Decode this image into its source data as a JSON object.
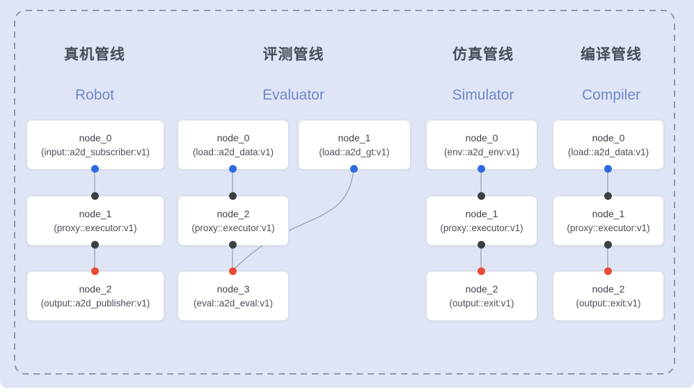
{
  "colors": {
    "canvas_bg": "#dfe5f4",
    "panel_border": "#9097a3",
    "node_bg": "#ffffff",
    "node_border": "#d7dbe4",
    "header_text": "#464c57",
    "subtitle_text": "#6f86cb",
    "node_name_text": "#3d424b",
    "node_type_text": "#4a4f58",
    "connector_line": "#99a0ab",
    "out_port": "#2e6ae0",
    "in_port": "#3c4043",
    "result_port": "#e94b35"
  },
  "ports": {
    "out_port_icon": "blue-dot",
    "in_port_icon": "dark-dot",
    "result_port_icon": "red-dot"
  },
  "pipelines": [
    {
      "title_zh": "真机管线",
      "title_en": "Robot",
      "nodes": [
        {
          "name": "node_0",
          "type": "(input::a2d_subscriber:v1)"
        },
        {
          "name": "node_1",
          "type": "(proxy::executor:v1)"
        },
        {
          "name": "node_2",
          "type": "(output::a2d_publisher:v1)"
        }
      ]
    },
    {
      "title_zh": "评测管线",
      "title_en": "Evaluator",
      "nodes": [
        {
          "name": "node_0",
          "type": "(load::a2d_data:v1)"
        },
        {
          "name": "node_1",
          "type": "(load::a2d_gt:v1)"
        },
        {
          "name": "node_2",
          "type": "(proxy::executor:v1)"
        },
        {
          "name": "node_3",
          "type": "(eval::a2d_eval:v1)"
        }
      ]
    },
    {
      "title_zh": "仿真管线",
      "title_en": "Simulator",
      "nodes": [
        {
          "name": "node_0",
          "type": "(env::a2d_env:v1)"
        },
        {
          "name": "node_1",
          "type": "(proxy::executor:v1)"
        },
        {
          "name": "node_2",
          "type": "(output::exit:v1)"
        }
      ]
    },
    {
      "title_zh": "编译管线",
      "title_en": "Compiler",
      "nodes": [
        {
          "name": "node_0",
          "type": "(load::a2d_data:v1)"
        },
        {
          "name": "node_1",
          "type": "(proxy::executor:v1)"
        },
        {
          "name": "node_2",
          "type": "(output::exit:v1)"
        }
      ]
    }
  ]
}
